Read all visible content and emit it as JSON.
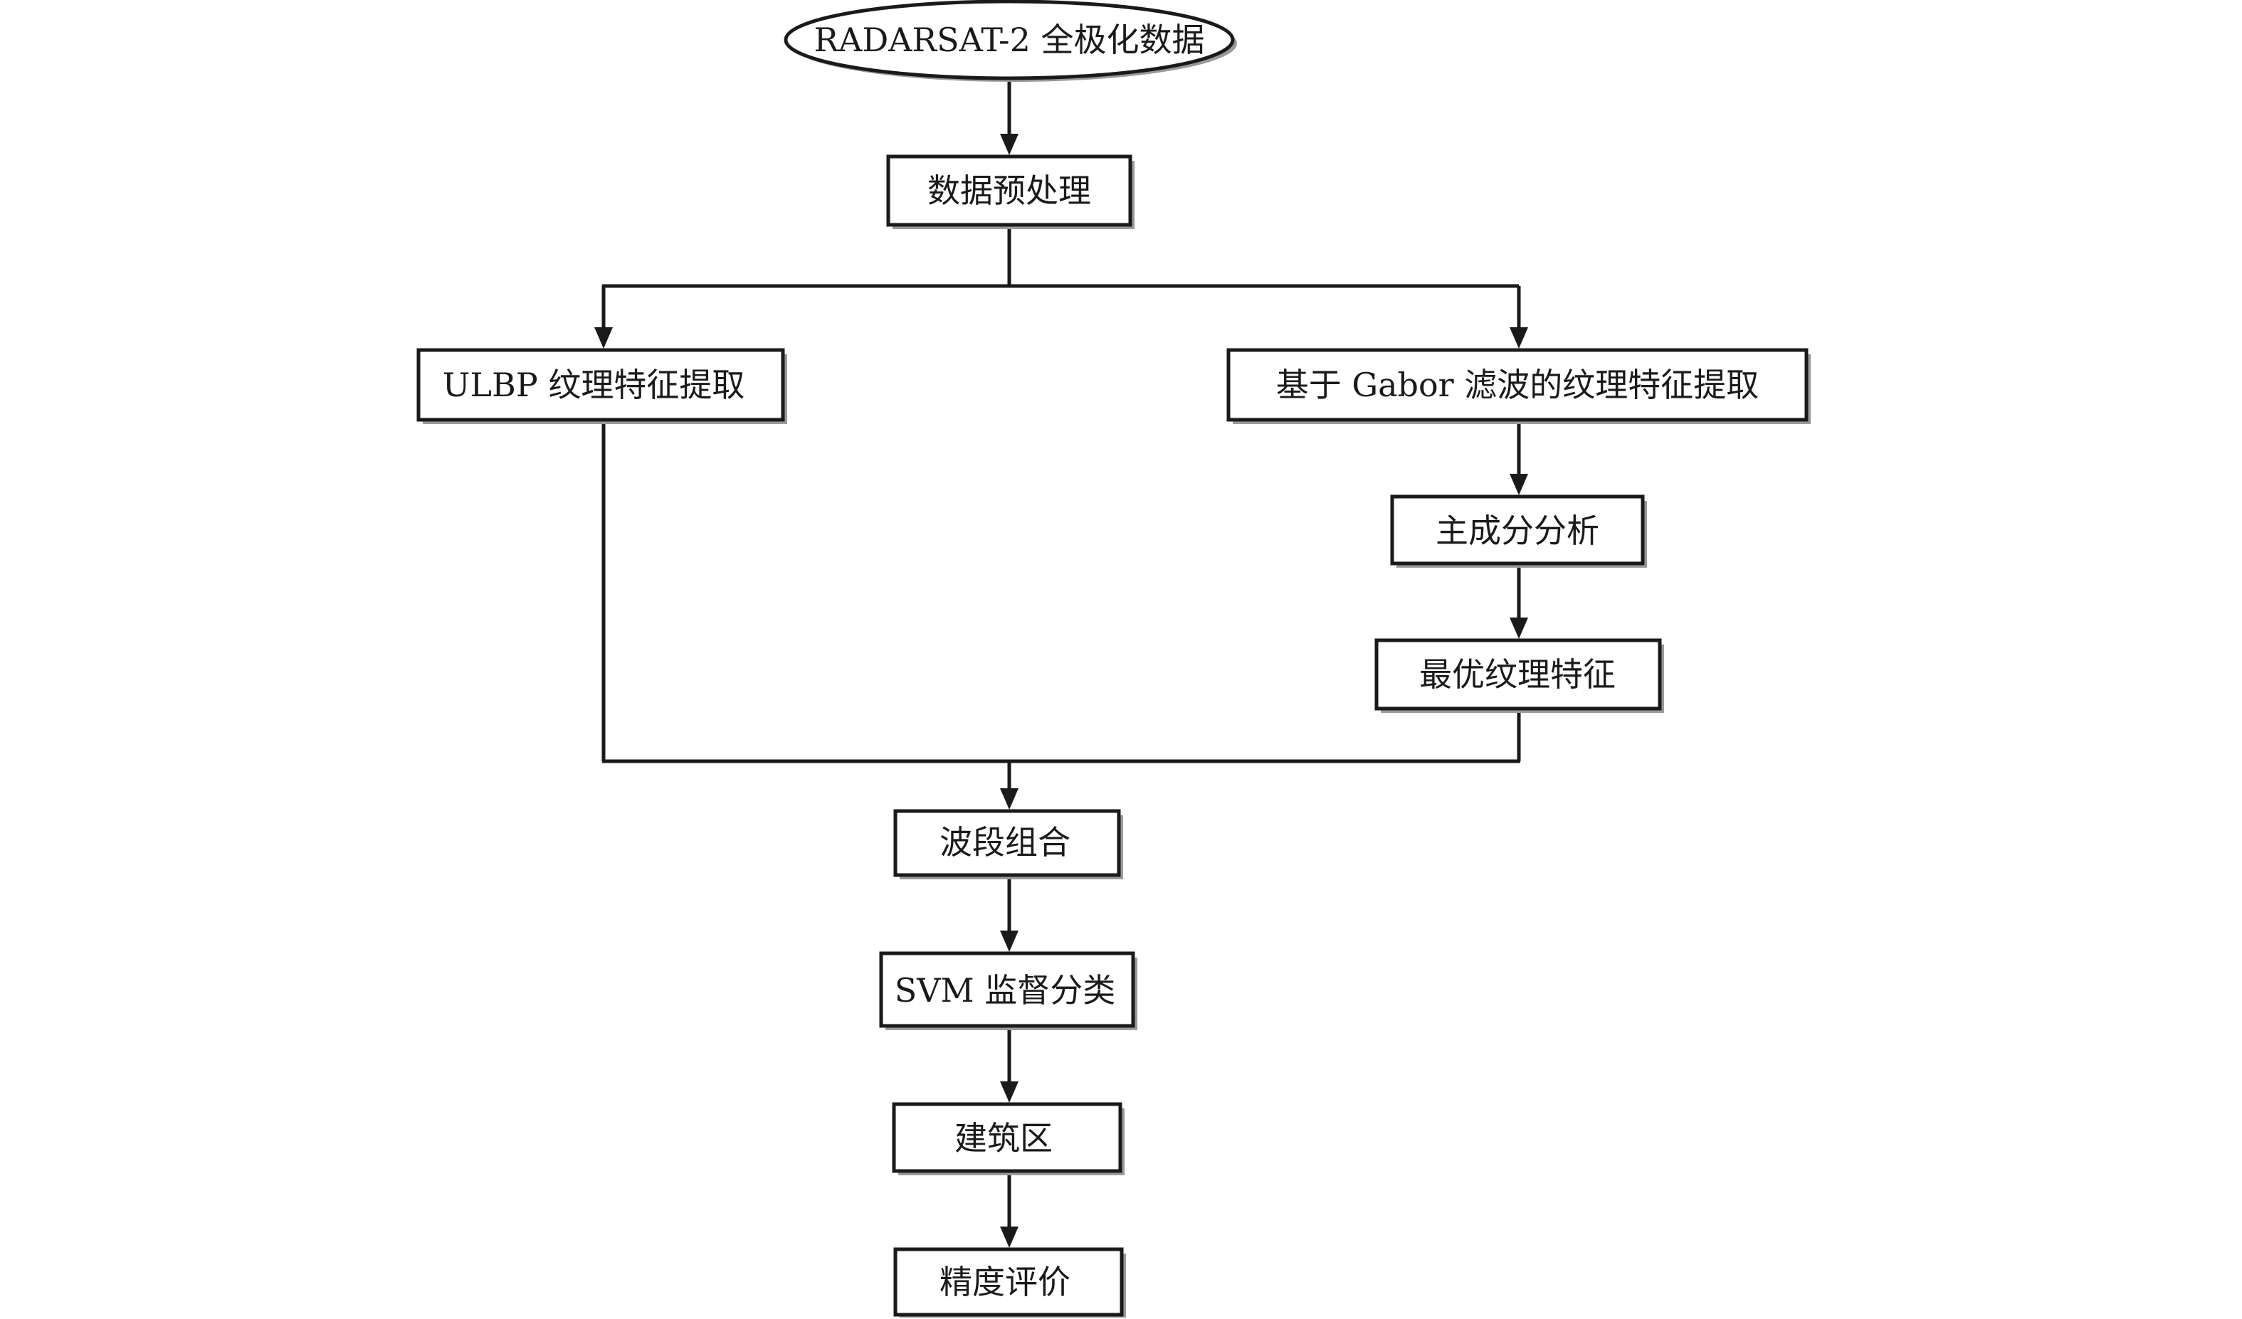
{
  "diagram": {
    "nodes": {
      "input": {
        "label": "RADARSAT-2 全极化数据",
        "shape": "ellipse"
      },
      "preprocess": {
        "label": "数据预处理",
        "shape": "box"
      },
      "ulbp": {
        "label": "ULBP 纹理特征提取",
        "shape": "box"
      },
      "gabor": {
        "label": "基于 Gabor 滤波的纹理特征提取",
        "shape": "box"
      },
      "pca": {
        "label": "主成分分析",
        "shape": "box"
      },
      "optimal": {
        "label": "最优纹理特征",
        "shape": "box"
      },
      "band_combo": {
        "label": "波段组合",
        "shape": "box"
      },
      "svm": {
        "label": "SVM 监督分类",
        "shape": "box"
      },
      "built_up": {
        "label": "建筑区",
        "shape": "box"
      },
      "accuracy": {
        "label": "精度评价",
        "shape": "box"
      }
    },
    "edges": [
      {
        "from": "input",
        "to": "preprocess"
      },
      {
        "from": "preprocess",
        "to": "ulbp"
      },
      {
        "from": "preprocess",
        "to": "gabor"
      },
      {
        "from": "gabor",
        "to": "pca"
      },
      {
        "from": "pca",
        "to": "optimal"
      },
      {
        "from": "ulbp",
        "to": "band_combo"
      },
      {
        "from": "optimal",
        "to": "band_combo"
      },
      {
        "from": "band_combo",
        "to": "svm"
      },
      {
        "from": "svm",
        "to": "built_up"
      },
      {
        "from": "built_up",
        "to": "accuracy"
      }
    ],
    "colors": {
      "stroke": "#1a1a1a",
      "fill": "#ffffff",
      "shadow": "#9a9a9a"
    }
  }
}
